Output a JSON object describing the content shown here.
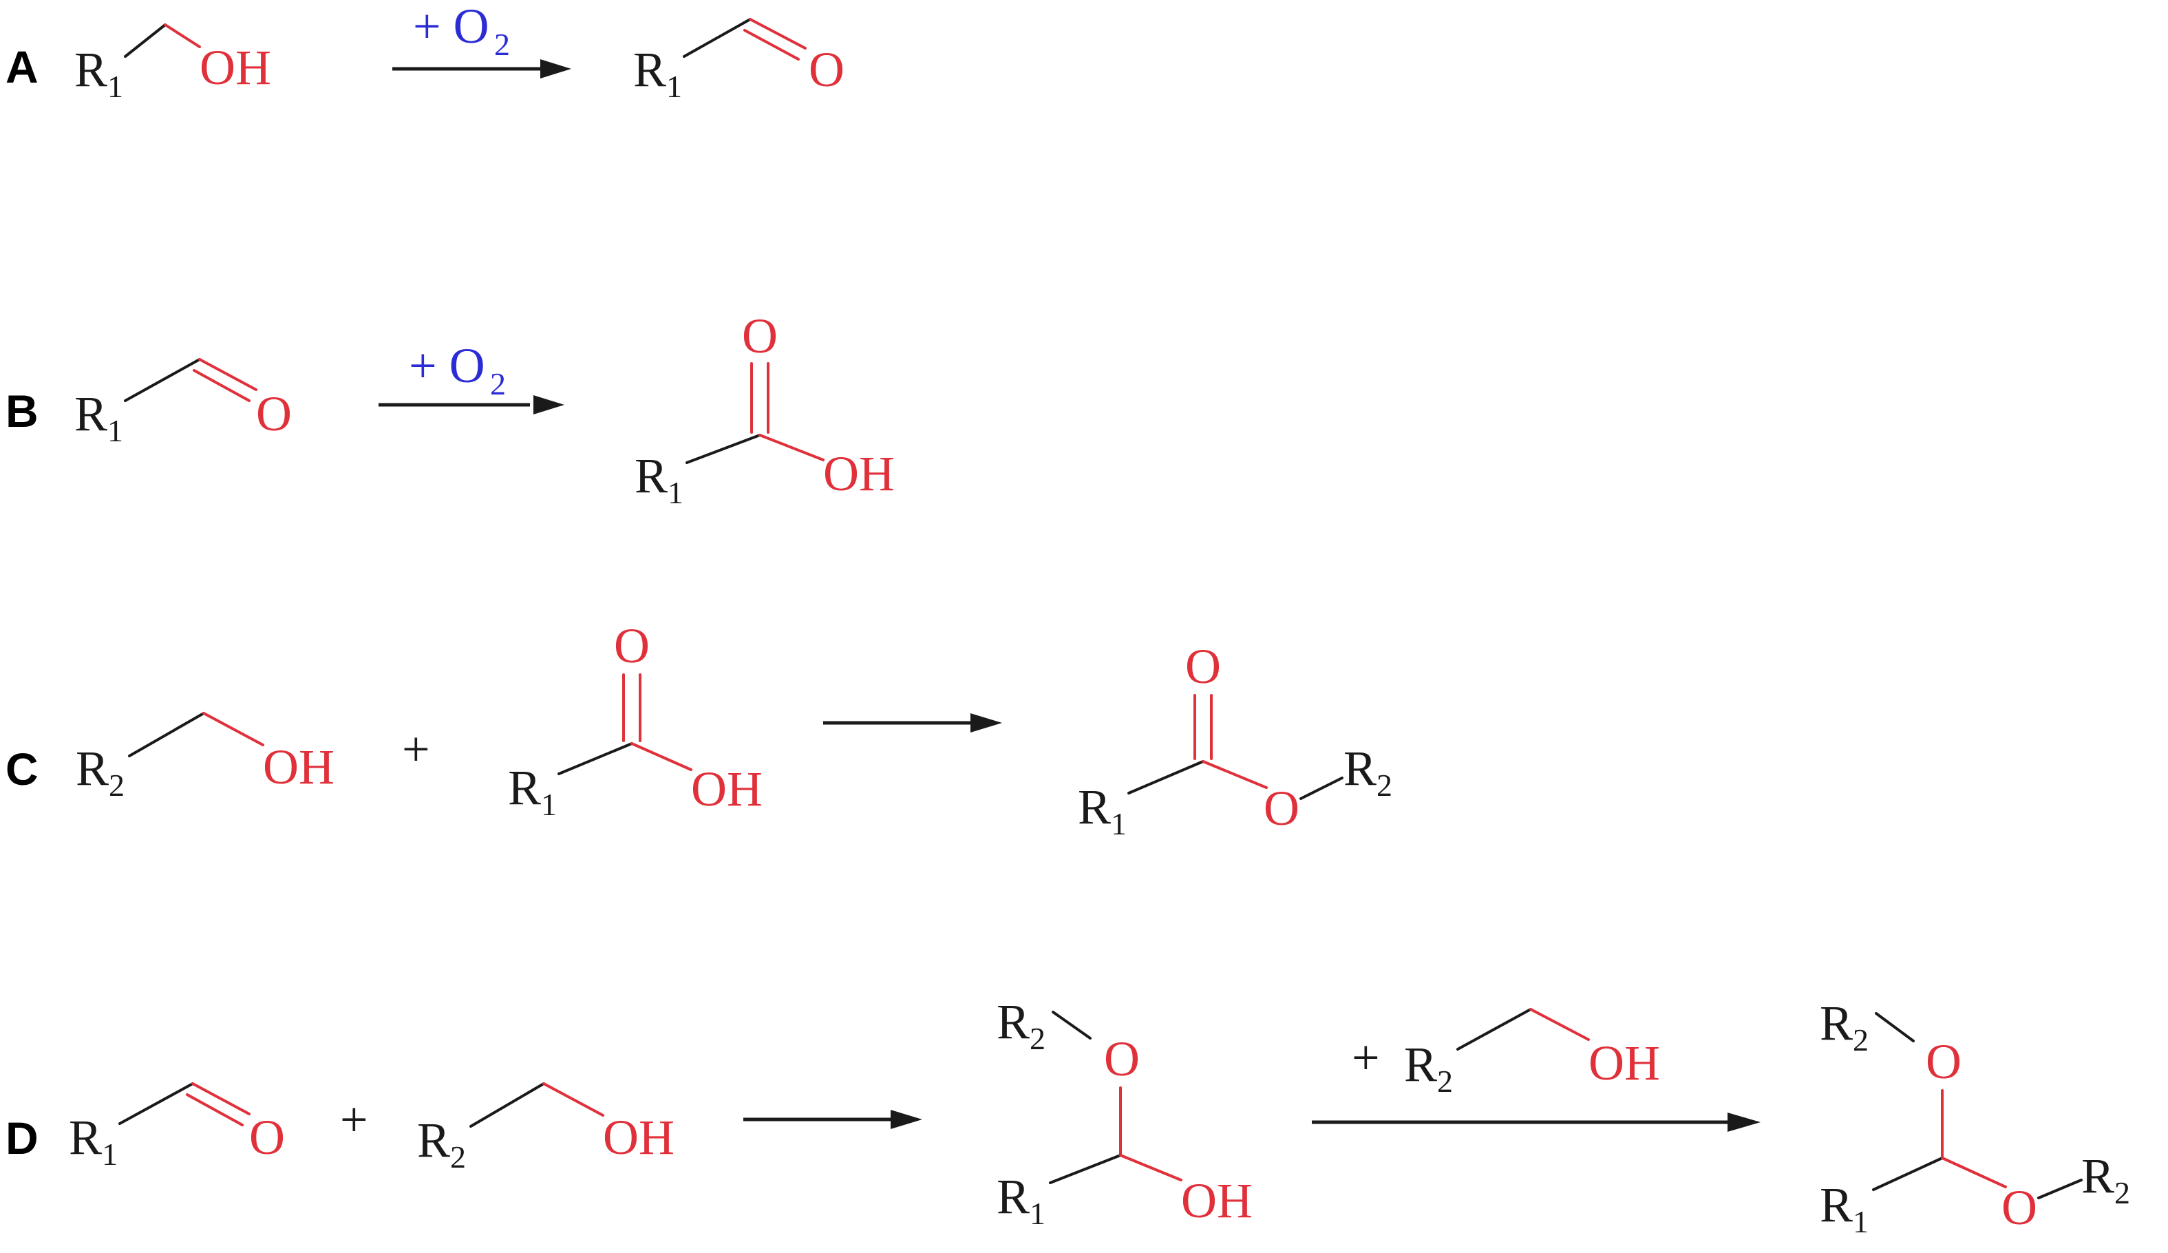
{
  "panels": {
    "a": "A",
    "b": "B",
    "c": "C",
    "d": "D"
  },
  "labels": {
    "r1": "R",
    "r2": "R",
    "sub1": "1",
    "sub2": "2",
    "oh": "OH",
    "o": "O",
    "plus": "+",
    "plus_o2": "+ O",
    "o2_sub": "2"
  },
  "colors": {
    "heteroatom": "#e0303a",
    "reagent": "#2c2cd6",
    "text": "#1a1a1a"
  }
}
